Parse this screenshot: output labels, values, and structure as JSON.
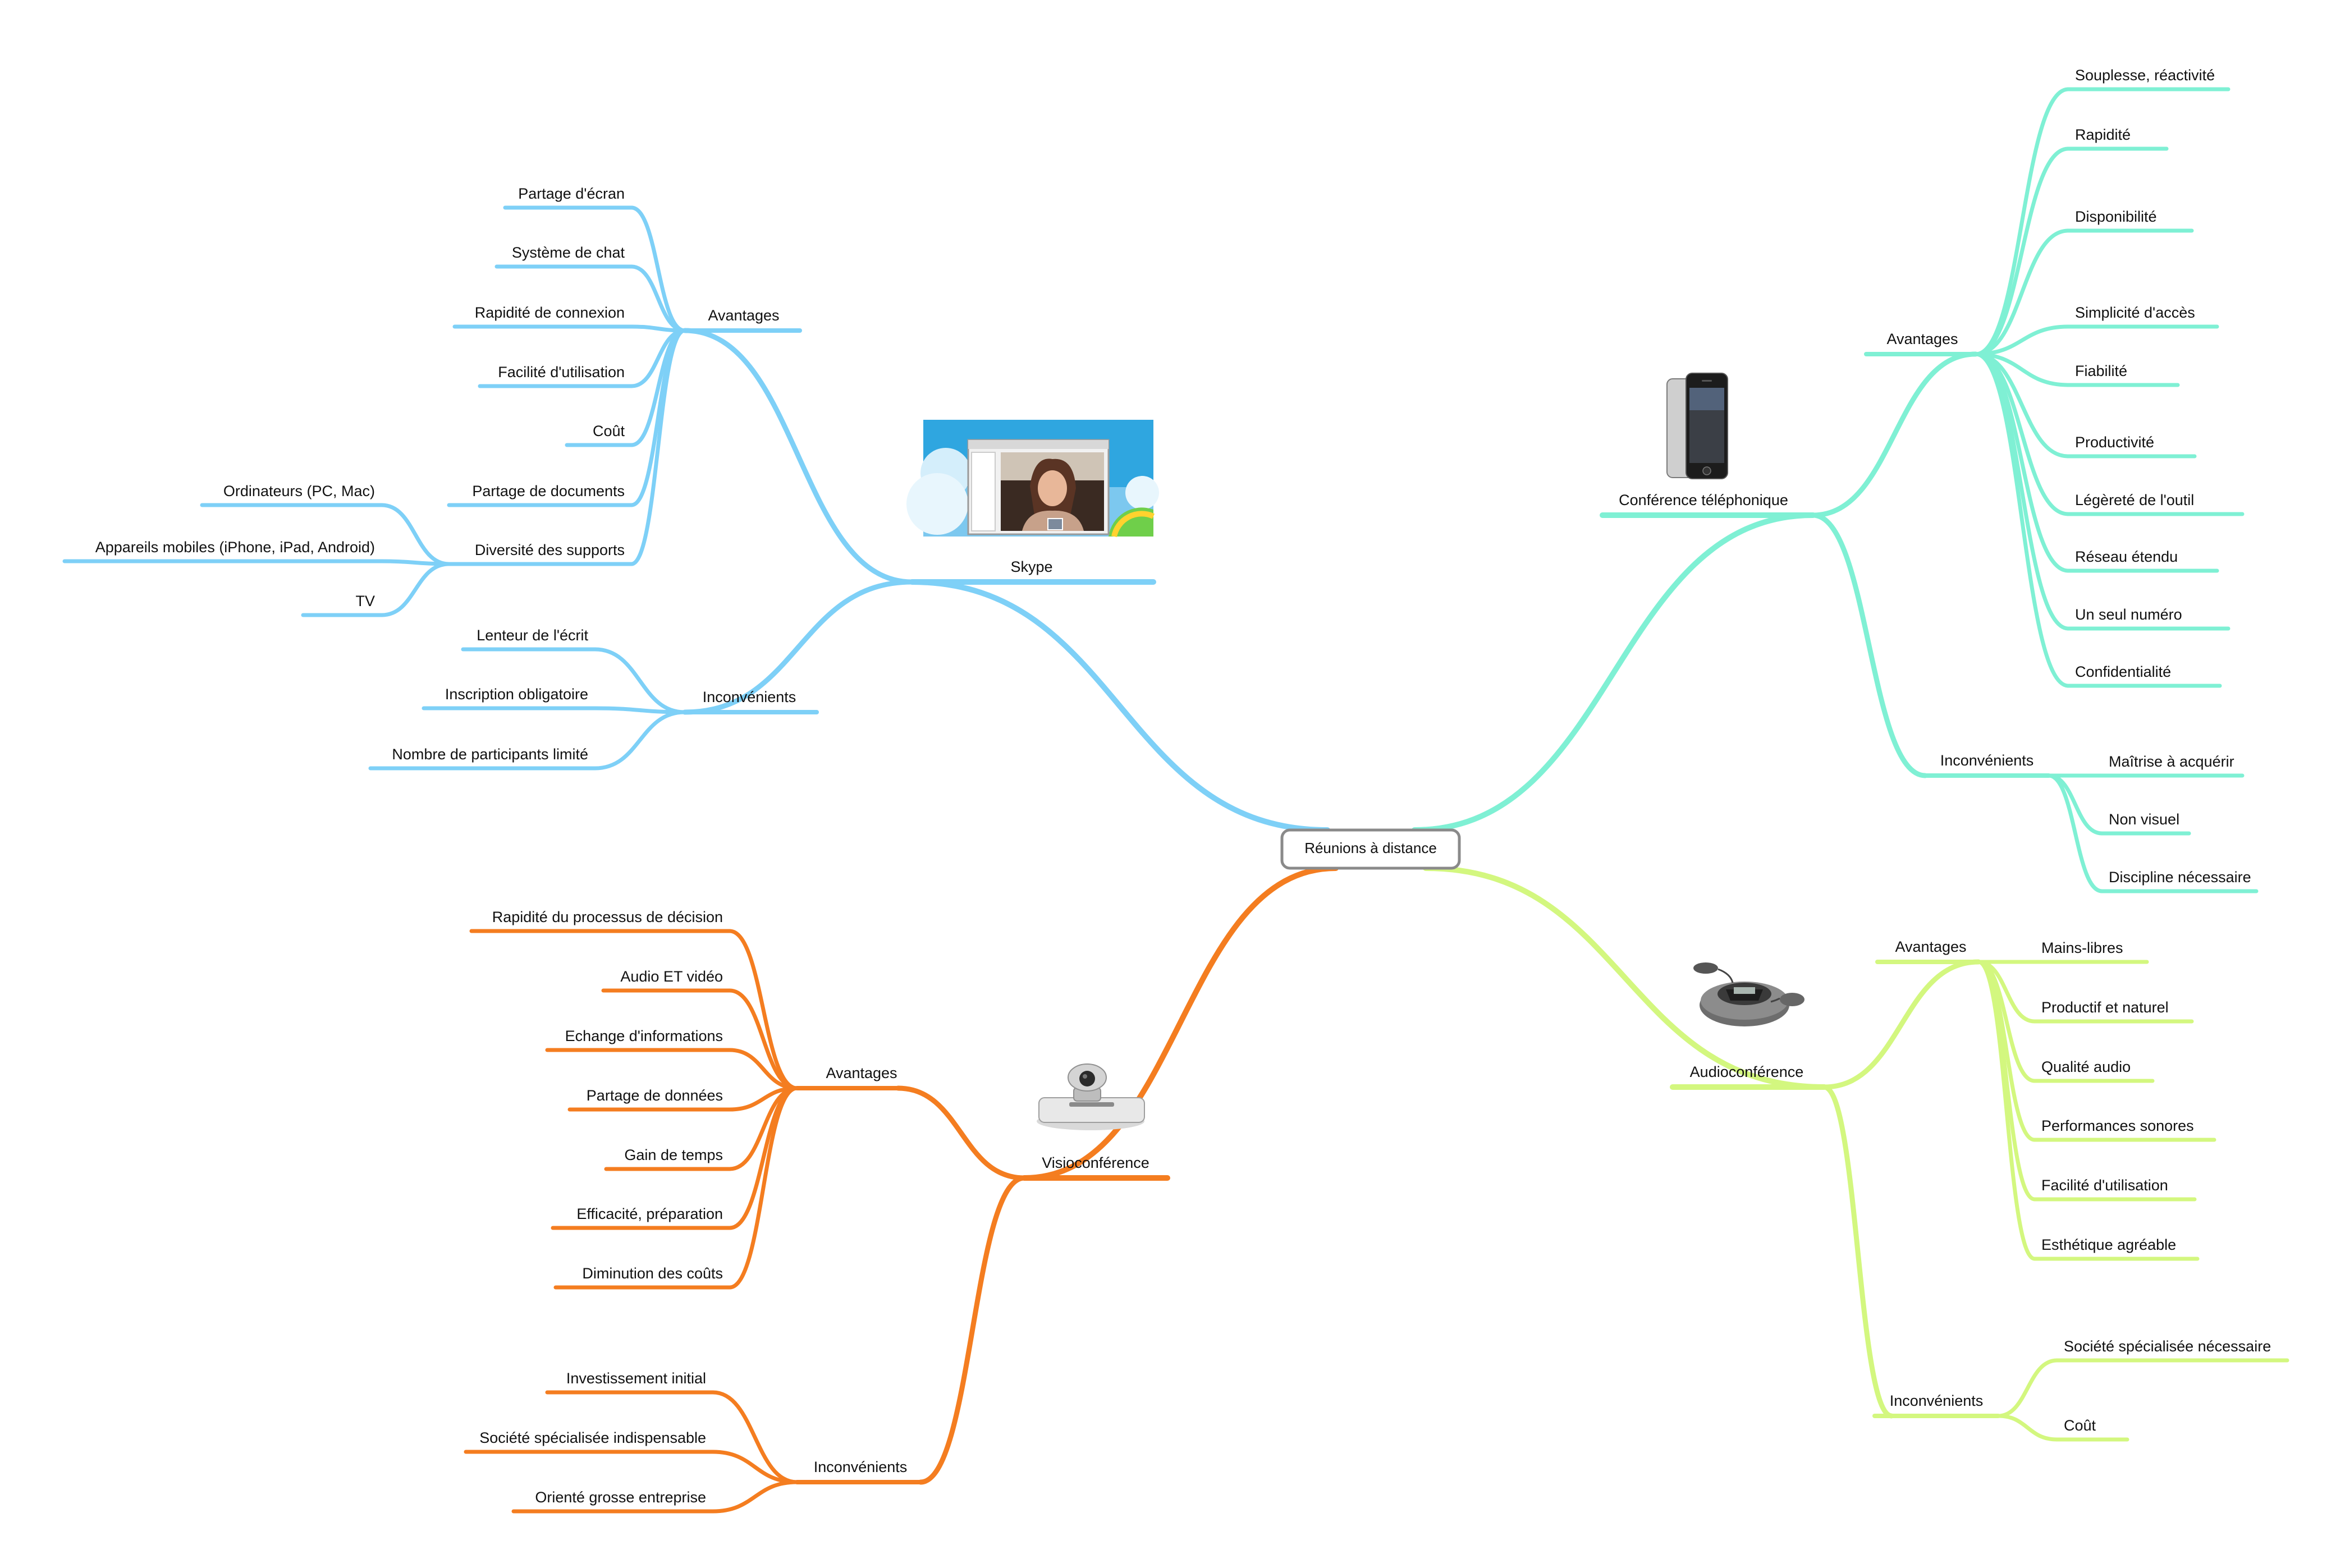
{
  "central": {
    "label": "Réunions à distance"
  },
  "branches": {
    "skype": {
      "label": "Skype",
      "color": "#7ed0f7",
      "image_icon": "skype-screenshot-icon",
      "avantages": {
        "label": "Avantages",
        "items": [
          "Partage d'écran",
          "Système de chat",
          "Rapidité de connexion",
          "Facilité d'utilisation",
          "Coût",
          "Partage de documents",
          "Diversité des supports"
        ],
        "supports": [
          "Ordinateurs (PC, Mac)",
          "Appareils mobiles (iPhone, iPad, Android)",
          "TV"
        ]
      },
      "inconvenients": {
        "label": "Inconvénients",
        "items": [
          "Lenteur de l'écrit",
          "Inscription obligatoire",
          "Nombre de participants limité"
        ]
      }
    },
    "conference": {
      "label": "Conférence téléphonique",
      "color": "#7ff0d4",
      "image_icon": "smartphone-icon",
      "avantages": {
        "label": "Avantages",
        "items": [
          "Souplesse, réactivité",
          "Rapidité",
          "Disponibilité",
          "Simplicité d'accès",
          "Fiabilité",
          "Productivité",
          "Légèreté de l'outil",
          "Réseau étendu",
          "Un seul numéro",
          "Confidentialité"
        ]
      },
      "inconvenients": {
        "label": "Inconvénients",
        "items": [
          "Maîtrise à acquérir",
          "Non visuel",
          "Discipline nécessaire"
        ]
      }
    },
    "visio": {
      "label": "Visioconférence",
      "color": "#f47d20",
      "image_icon": "video-camera-icon",
      "avantages": {
        "label": "Avantages",
        "items": [
          "Rapidité du processus de décision",
          "Audio ET vidéo",
          "Echange d'informations",
          "Partage de données",
          "Gain de temps",
          "Efficacité, préparation",
          "Diminution des coûts"
        ]
      },
      "inconvenients": {
        "label": "Inconvénients",
        "items": [
          "Investissement initial",
          "Société spécialisée indispensable",
          "Orienté grosse entreprise"
        ]
      }
    },
    "audio": {
      "label": "Audioconférence",
      "color": "#d3f77f",
      "image_icon": "conference-phone-icon",
      "avantages": {
        "label": "Avantages",
        "items": [
          "Mains-libres",
          "Productif et naturel",
          "Qualité audio",
          "Performances sonores",
          "Facilité d'utilisation",
          "Esthétique agréable"
        ]
      },
      "inconvenients": {
        "label": "Inconvénients",
        "items": [
          "Société spécialisée nécessaire",
          "Coût"
        ]
      }
    }
  }
}
